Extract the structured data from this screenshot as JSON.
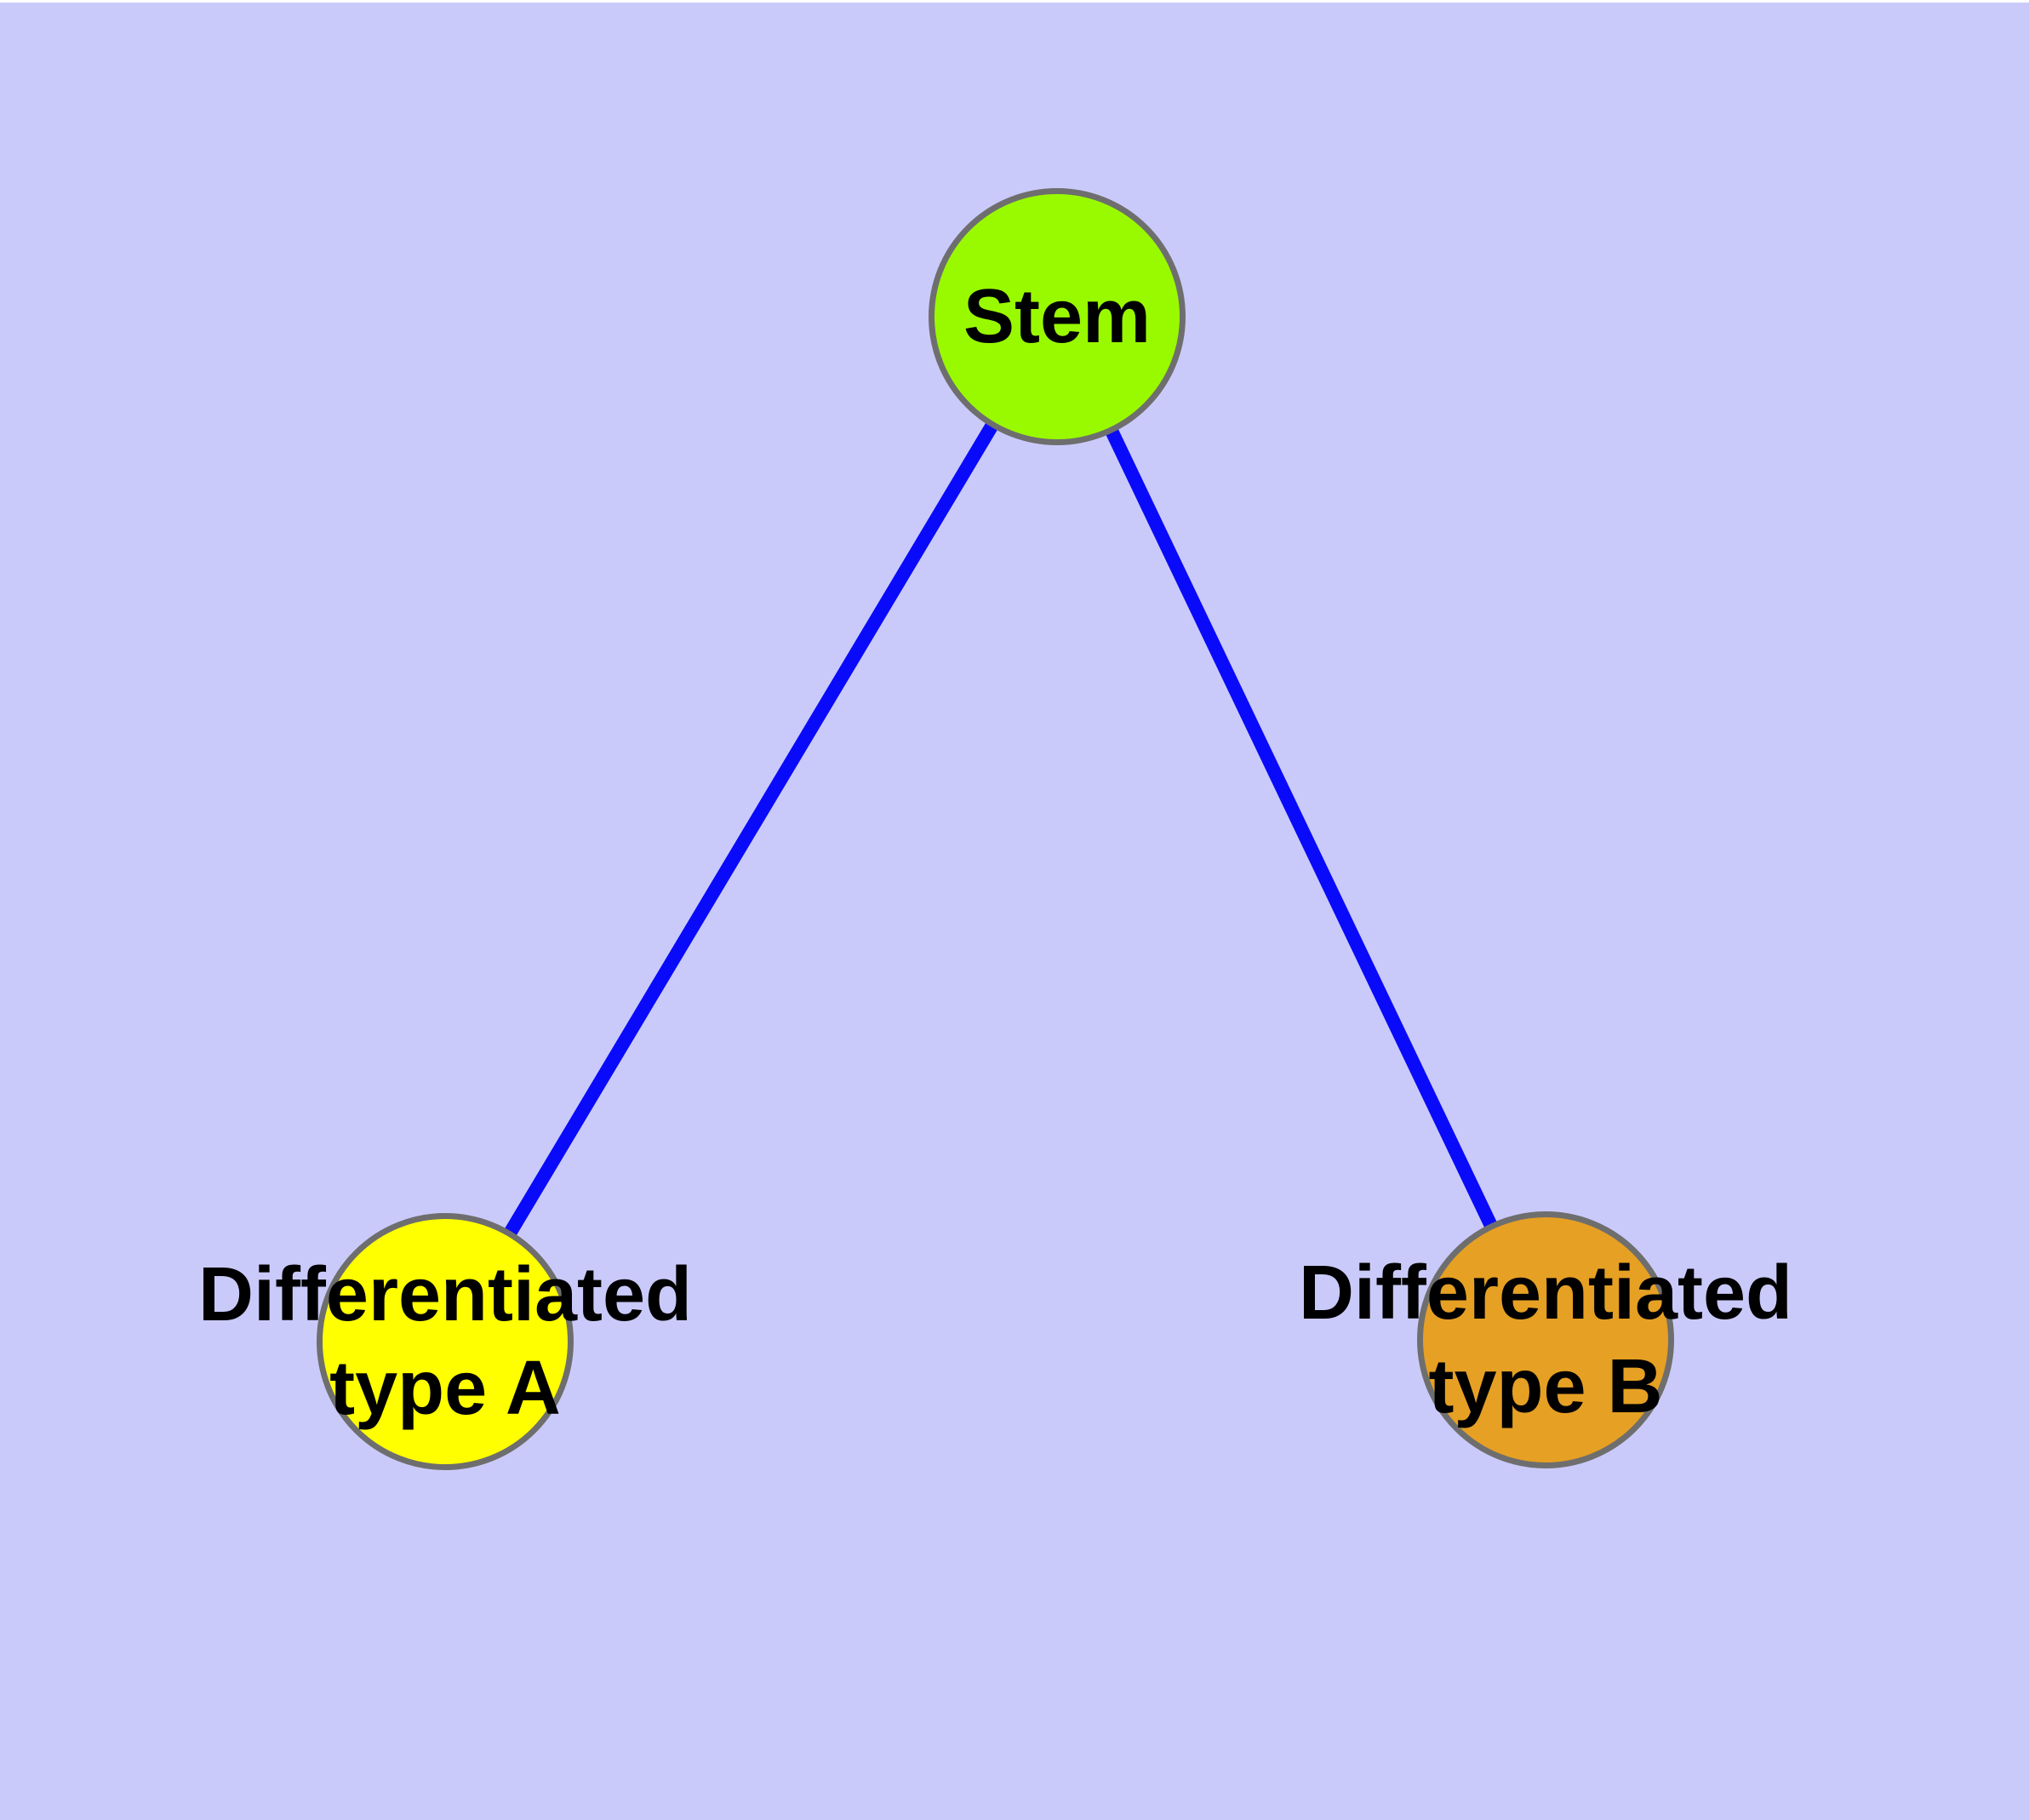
{
  "canvas": {
    "background_color": "#CACAFA",
    "top_strip_color": "#FFFFFF"
  },
  "diagram": {
    "type": "node-link-graph",
    "nodes": {
      "stem": {
        "id": "stem",
        "label": "Stem",
        "fill_color": "#99FA00",
        "border_color": "#6E6E6E"
      },
      "type_a": {
        "id": "type_a",
        "label_lines": [
          "Differentiated",
          "type A"
        ],
        "fill_color": "#FFFF00",
        "border_color": "#6E6E6E"
      },
      "type_b": {
        "id": "type_b",
        "label_lines": [
          "Differentiated",
          "type B"
        ],
        "fill_color": "#E6A023",
        "border_color": "#6E6E6E"
      }
    },
    "edges": {
      "color": "#0A0AFA",
      "connections": [
        {
          "from": "stem",
          "to": "type_a"
        },
        {
          "from": "stem",
          "to": "type_b"
        }
      ]
    },
    "label_text_color": "#000000"
  }
}
